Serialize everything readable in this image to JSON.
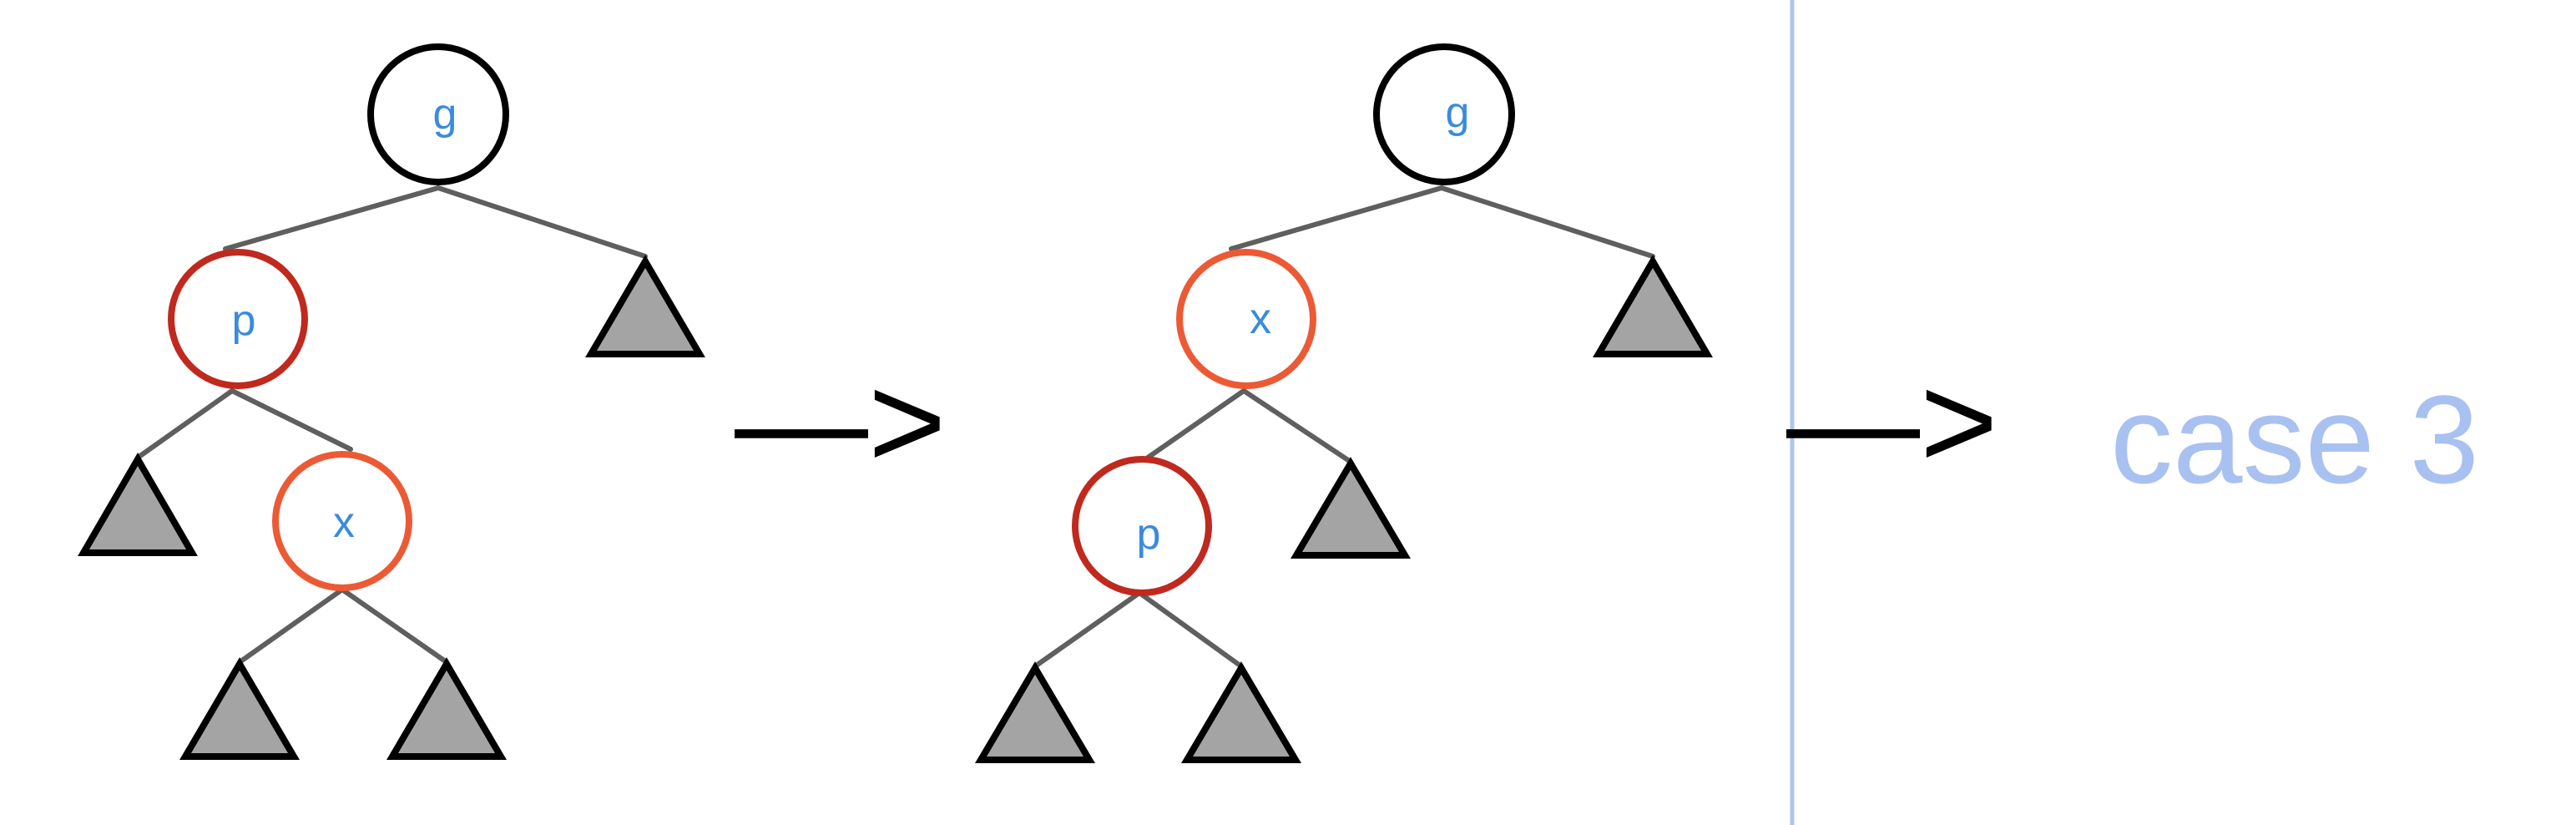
{
  "colors": {
    "black_node": "#000000",
    "red_node_p": "#c0291e",
    "red_node_x": "#ec5a35",
    "label": "#3a8bdc",
    "divider": "#aec4f0",
    "case_text": "#a9c1f1"
  },
  "before": {
    "g": "g",
    "p": "p",
    "x": "x"
  },
  "arrow1": "—>",
  "after": {
    "g": "g",
    "x": "x",
    "p": "p"
  },
  "arrow2": "—>",
  "next_step": "case 3"
}
